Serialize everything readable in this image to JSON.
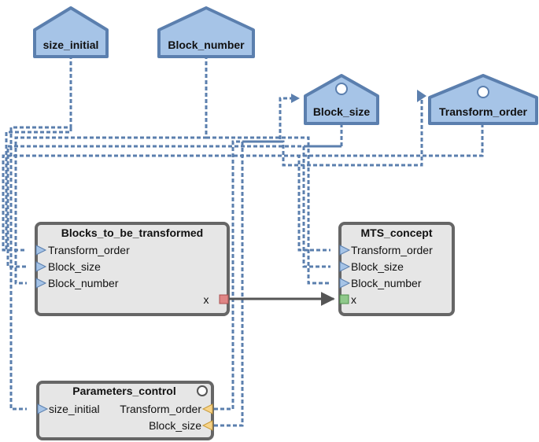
{
  "parameters": {
    "size_initial": "size_initial",
    "block_number": "Block_number",
    "block_size": "Block_size",
    "transform_order": "Transform_order"
  },
  "blocks": {
    "blocks_to_be_transformed": {
      "title": "Blocks_to_be_transformed",
      "inputs": [
        "Transform_order",
        "Block_size",
        "Block_number"
      ],
      "output": "x"
    },
    "mts_concept": {
      "title": "MTS_concept",
      "inputs": [
        "Transform_order",
        "Block_size",
        "Block_number"
      ],
      "input_x": "x"
    },
    "parameters_control": {
      "title": "Parameters_control",
      "input": "size_initial",
      "outputs": [
        "Transform_order",
        "Block_size"
      ]
    }
  },
  "colors": {
    "param_fill": "#a6c4e7",
    "param_stroke": "#5b7fae",
    "block_fill": "#e6e6e6",
    "block_stroke": "#666666",
    "dependency_edge": "#5b7fae",
    "data_edge": "#555555",
    "output_port": "#e08585",
    "input_port": "#8fc98b",
    "config_port": "#f7d48a"
  }
}
